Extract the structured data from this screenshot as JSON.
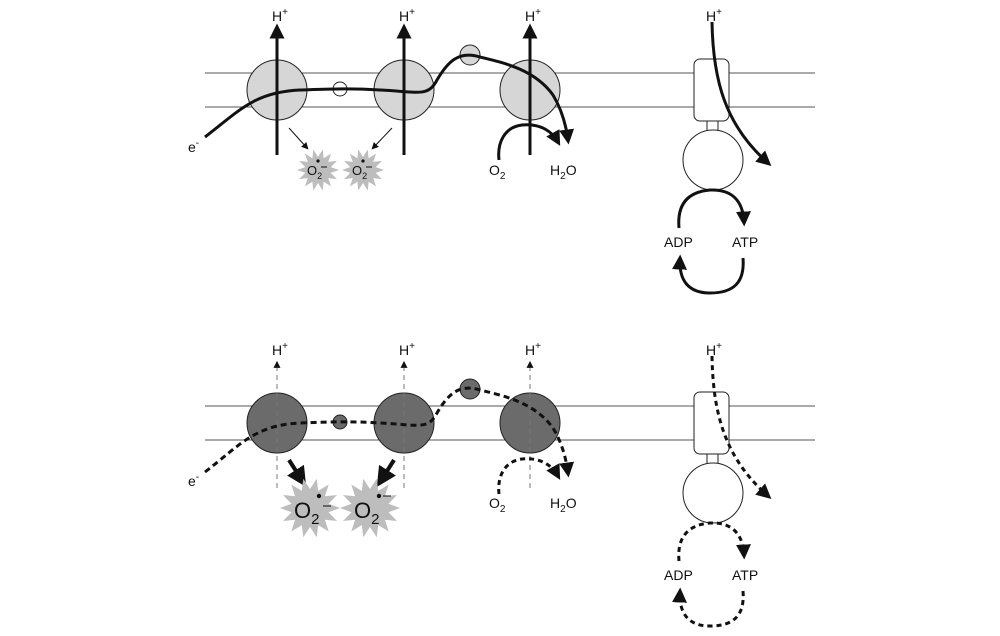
{
  "labels": {
    "h_plus": "H",
    "plus_sign": "+",
    "electron": "e",
    "minus_sign": "-",
    "o2_base": "O",
    "o2_sub": "2",
    "h2o_h": "H",
    "h2o_sub": "2",
    "h2o_o": "O",
    "adp": "ADP",
    "atp": "ATP"
  },
  "colors": {
    "complex_normal": "#d6d6d6",
    "complex_impaired": "#6b6b6b",
    "ros_burst": "#bdbdbd",
    "line": "#111111",
    "membrane": "#555555"
  },
  "panels": [
    {
      "state": "normal",
      "flow_line": "solid"
    },
    {
      "state": "impaired",
      "flow_line": "dashed"
    }
  ]
}
